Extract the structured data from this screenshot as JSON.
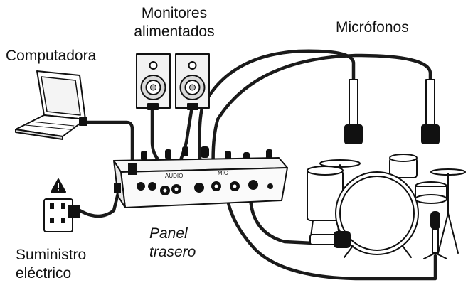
{
  "labels": {
    "monitors": "Monitores\nalimentados",
    "computer": "Computadora",
    "microphones": "Micrófonos",
    "power": "Suministro\neléctrico",
    "rear_panel": "Panel\ntrasero"
  },
  "device_text": {
    "mixer_audio": "AUDIO",
    "mixer_mic": "MIC"
  },
  "colors": {
    "ink": "#111111",
    "cable": "#1a1a1a",
    "paper": "#ffffff",
    "device": "#f2f2f2",
    "cone": "#d9d9d9"
  },
  "icons": [
    "laptop-icon",
    "studio-monitor-icon",
    "microphone-icon",
    "drum-kit-icon",
    "power-outlet-icon",
    "warning-icon",
    "mixer-icon"
  ]
}
